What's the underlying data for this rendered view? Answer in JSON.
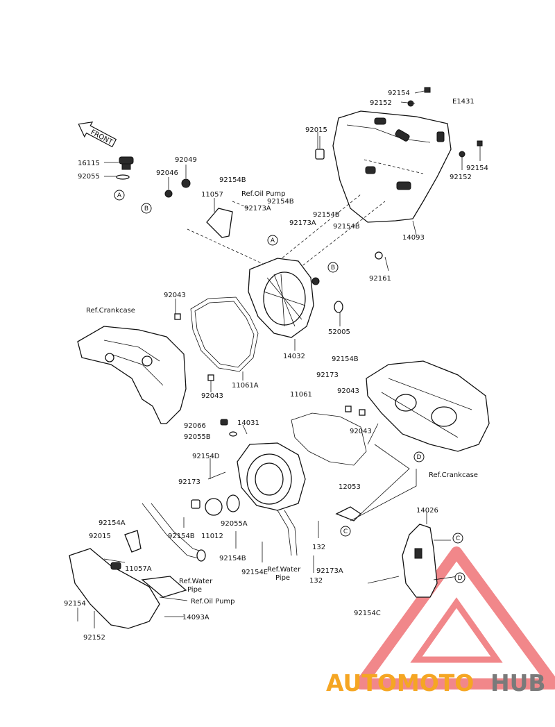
{
  "diagram_code": "E1431",
  "front_arrow": "FRONT",
  "callouts": [
    "A",
    "B",
    "C",
    "D"
  ],
  "parts": {
    "p16115": "16115",
    "p92055": "92055",
    "p92046": "92046",
    "p92049": "92049",
    "p11057": "11057",
    "p92154B_a": "92154B",
    "p92173A_a": "92173A",
    "p92154B_b": "92154B",
    "p92173A_b": "92173A",
    "p92154B_c": "92154B",
    "p92154B_d": "92154B",
    "p92015_top": "92015",
    "p92154_top": "92154",
    "p92152_top": "92152",
    "p92154_right": "92154",
    "p92152_right": "92152",
    "p14093": "14093",
    "p92161": "92161",
    "p92043_a": "92043",
    "p14032": "14032",
    "p52005": "52005",
    "p92154B_e": "92154B",
    "p92173": "92173",
    "p11061A": "11061A",
    "p92043_b": "92043",
    "p92043_c": "92043",
    "p92043_d": "92043",
    "p11061": "11061",
    "p92066": "92066",
    "p14031": "14031",
    "p92055B": "92055B",
    "p92154D": "92154D",
    "p92173_b": "92173",
    "p92055A": "92055A",
    "p11012": "11012",
    "p92154B_f": "92154B",
    "p92154A": "92154A",
    "p92015_b": "92015",
    "p11057A": "11057A",
    "p92154B_g": "92154B",
    "p92154E": "92154E",
    "p12053": "12053",
    "p132_a": "132",
    "p132_b": "132",
    "p92173A_c": "92173A",
    "p14026": "14026",
    "p92154C": "92154C",
    "p92154_b": "92154",
    "p92152_b": "92152",
    "p14093A": "14093A"
  },
  "refs": {
    "crankcase_left": "Ref.Crankcase",
    "crankcase_right": "Ref.Crankcase",
    "oil_pump_top": "Ref.Oil Pump",
    "oil_pump_bottom": "Ref.Oil Pump",
    "water_pipe_left_1": "Ref.Water",
    "water_pipe_left_2": "Pipe",
    "water_pipe_right_1": "Ref.Water",
    "water_pipe_right_2": "Pipe"
  },
  "watermark": {
    "part1": "AUTOMOTO",
    "part2": "HUB",
    "color1": "#f5a623",
    "color2": "#7a7a7a",
    "triangle_color": "#e6262b"
  }
}
